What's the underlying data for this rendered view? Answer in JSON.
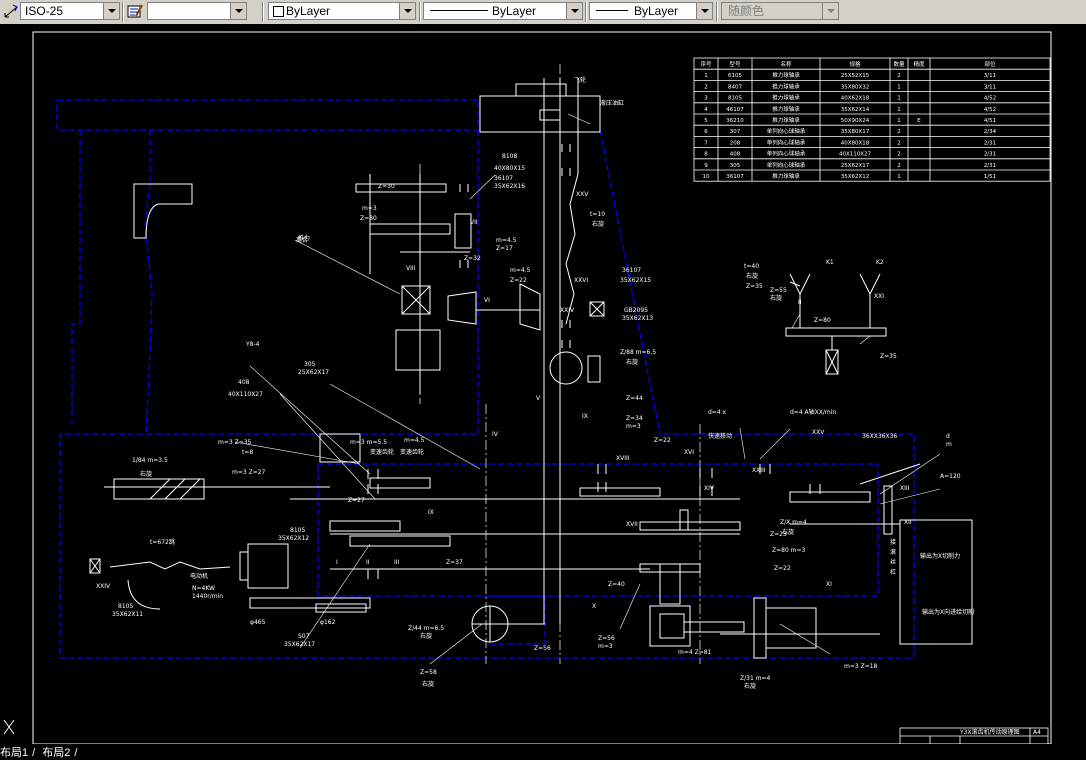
{
  "toolbar": {
    "dimstyle": "ISO-25",
    "layer_value": "",
    "color": "ByLayer",
    "linetype": "ByLayer",
    "lineweight": "ByLayer",
    "plotstyle": "随颜色"
  },
  "layout_tabs": [
    "布局1",
    "布局2"
  ],
  "parts_table": {
    "headers": [
      "序号",
      "型号",
      "名称",
      "规格",
      "数量",
      "精度",
      "部位"
    ],
    "rows": [
      [
        "1",
        "6105",
        "推力球轴承",
        "25X52X15",
        "2",
        "",
        "3/11"
      ],
      [
        "2",
        "8407",
        "推力球轴承",
        "35X80X32",
        "1",
        "",
        "3/11"
      ],
      [
        "3",
        "8105",
        "推力球轴承",
        "40X62X18",
        "1",
        "",
        "4/52"
      ],
      [
        "4",
        "46107",
        "推力球轴承",
        "35X62X14",
        "1",
        "",
        "4/52"
      ],
      [
        "5",
        "36210",
        "推力球轴承",
        "50X90X24",
        "1",
        "E",
        "4/51"
      ],
      [
        "6",
        "307",
        "单列向心球轴承",
        "35X80X17",
        "2",
        "",
        "2/34"
      ],
      [
        "7",
        "208",
        "单列向心球轴承",
        "40X80X18",
        "2",
        "",
        "2/31"
      ],
      [
        "8",
        "408",
        "单列向心球轴承",
        "40X110X27",
        "2",
        "",
        "2/31"
      ],
      [
        "9",
        "305",
        "单列向心球轴承",
        "25X62X17",
        "2",
        "",
        "2/31"
      ],
      [
        "10",
        "36107",
        "推力球轴承",
        "35X62X12",
        "1",
        "",
        "1/51"
      ]
    ]
  },
  "drawing_labels": [
    {
      "id": "l01",
      "text": "飞轮"
    },
    {
      "id": "l02",
      "text": "液压油缸"
    },
    {
      "id": "l03",
      "text": "8108"
    },
    {
      "id": "l04",
      "text": "40X80X15"
    },
    {
      "id": "l05",
      "text": "Z=30"
    },
    {
      "id": "l06",
      "text": "m=3"
    },
    {
      "id": "l07",
      "text": "Z=80"
    },
    {
      "id": "l08",
      "text": "36107"
    },
    {
      "id": "l09",
      "text": "35X62X16"
    },
    {
      "id": "l10",
      "text": "VII"
    },
    {
      "id": "l11",
      "text": "VIII"
    },
    {
      "id": "l12",
      "text": "Z=32"
    },
    {
      "id": "l13",
      "text": "XXV"
    },
    {
      "id": "l14",
      "text": "t=10"
    },
    {
      "id": "l15",
      "text": "右旋"
    },
    {
      "id": "l16",
      "text": "m=4.5"
    },
    {
      "id": "l17",
      "text": "Z=17"
    },
    {
      "id": "l18",
      "text": "m=4.5"
    },
    {
      "id": "l19",
      "text": "Z=22"
    },
    {
      "id": "l20",
      "text": "离合"
    },
    {
      "id": "l21",
      "text": "VI"
    },
    {
      "id": "l22",
      "text": "XXVI"
    },
    {
      "id": "l23",
      "text": "36107"
    },
    {
      "id": "l24",
      "text": "35X62X15"
    },
    {
      "id": "l25",
      "text": "XXIV"
    },
    {
      "id": "l26",
      "text": "GB2095"
    },
    {
      "id": "l27",
      "text": "35X62X13"
    },
    {
      "id": "l28",
      "text": "V"
    },
    {
      "id": "l29",
      "text": "Z/88 m=6.5"
    },
    {
      "id": "l30",
      "text": "右旋"
    },
    {
      "id": "l31",
      "text": "IX"
    },
    {
      "id": "l32",
      "text": "Z=44"
    },
    {
      "id": "l33",
      "text": "Z=34"
    },
    {
      "id": "l34",
      "text": "m=3"
    },
    {
      "id": "l35",
      "text": "Z=22"
    },
    {
      "id": "l36",
      "text": "m=4.5"
    },
    {
      "id": "l37",
      "text": "变速齿轮"
    },
    {
      "id": "l38",
      "text": "XVIII"
    },
    {
      "id": "l39",
      "text": "XVI"
    },
    {
      "id": "l40",
      "text": "XIV"
    },
    {
      "id": "l41",
      "text": "XVII"
    },
    {
      "id": "l42",
      "text": "Z=23"
    },
    {
      "id": "l43",
      "text": "Z=80 m=3"
    },
    {
      "id": "l44",
      "text": "Z=22"
    },
    {
      "id": "l45",
      "text": "Z=40"
    },
    {
      "id": "l46",
      "text": "X"
    },
    {
      "id": "l47",
      "text": "XI"
    },
    {
      "id": "l48",
      "text": "m=4 Z=81"
    },
    {
      "id": "l49",
      "text": "Z/31 m=4"
    },
    {
      "id": "l50",
      "text": "右旋"
    },
    {
      "id": "l51",
      "text": "m=3 Z=18"
    },
    {
      "id": "l52",
      "text": "Z=56"
    },
    {
      "id": "l53",
      "text": "m=3"
    },
    {
      "id": "l54",
      "text": "Z=56"
    },
    {
      "id": "l55",
      "text": "Z=58"
    },
    {
      "id": "l56",
      "text": "右旋"
    },
    {
      "id": "l57",
      "text": "Z/44 m=6.5"
    },
    {
      "id": "l58",
      "text": "右旋"
    },
    {
      "id": "l59",
      "text": "IV"
    },
    {
      "id": "l60",
      "text": "S07"
    },
    {
      "id": "l61",
      "text": "35X62X17"
    },
    {
      "id": "l62",
      "text": "Z=37"
    },
    {
      "id": "l63",
      "text": "III"
    },
    {
      "id": "l64",
      "text": "II"
    },
    {
      "id": "l65",
      "text": "I"
    },
    {
      "id": "l66",
      "text": "8105"
    },
    {
      "id": "l67",
      "text": "35X62X12"
    },
    {
      "id": "l68",
      "text": "电动机"
    },
    {
      "id": "l69",
      "text": "N=4KW"
    },
    {
      "id": "l70",
      "text": "1440r/min"
    },
    {
      "id": "l71",
      "text": "φ465"
    },
    {
      "id": "l72",
      "text": "φ162"
    },
    {
      "id": "l73",
      "text": "1/84 m=3.5"
    },
    {
      "id": "l74",
      "text": "右旋"
    },
    {
      "id": "l75",
      "text": "t=672跳"
    },
    {
      "id": "l76",
      "text": "XXIV"
    },
    {
      "id": "l77",
      "text": "8105"
    },
    {
      "id": "l78",
      "text": "35X62X11"
    },
    {
      "id": "l79",
      "text": "m=3 Z=35"
    },
    {
      "id": "l80",
      "text": "t=8"
    },
    {
      "id": "l81",
      "text": "m=3 Z=27"
    },
    {
      "id": "l82",
      "text": "m=3 m=5.5"
    },
    {
      "id": "l83",
      "text": "变速齿轮"
    },
    {
      "id": "l84",
      "text": "IX"
    },
    {
      "id": "l85",
      "text": "Z=27"
    },
    {
      "id": "l86",
      "text": "408"
    },
    {
      "id": "l87",
      "text": "40X110X27"
    },
    {
      "id": "l88",
      "text": "305"
    },
    {
      "id": "l89",
      "text": "25X62X17"
    },
    {
      "id": "l90",
      "text": "Y8-4"
    },
    {
      "id": "l91",
      "text": "推力"
    },
    {
      "id": "l92",
      "text": "d=4 x"
    },
    {
      "id": "l93",
      "text": "快速移动"
    },
    {
      "id": "l94",
      "text": "d=4 A轴XX/min"
    },
    {
      "id": "l95",
      "text": "XXV"
    },
    {
      "id": "l96",
      "text": "XXIII"
    },
    {
      "id": "l97",
      "text": "36XX36X36"
    },
    {
      "id": "l98",
      "text": "XIII"
    },
    {
      "id": "l99",
      "text": "XII"
    },
    {
      "id": "l100",
      "text": "A=120"
    },
    {
      "id": "l101",
      "text": "d"
    },
    {
      "id": "l102",
      "text": "m"
    },
    {
      "id": "l103",
      "text": "Z/X m=4"
    },
    {
      "id": "l104",
      "text": "右旋"
    },
    {
      "id": "l105",
      "text": "接"
    },
    {
      "id": "l106",
      "text": "滚"
    },
    {
      "id": "l107",
      "text": "丝"
    },
    {
      "id": "l108",
      "text": "杠"
    },
    {
      "id": "l109",
      "text": "输出为X切削力"
    },
    {
      "id": "l110",
      "text": "输出为X向进给切削"
    },
    {
      "id": "l111",
      "text": "t=40"
    },
    {
      "id": "l112",
      "text": "右旋"
    },
    {
      "id": "l113",
      "text": "K1"
    },
    {
      "id": "l114",
      "text": "K2"
    },
    {
      "id": "l115",
      "text": "II"
    },
    {
      "id": "l116",
      "text": "XXI"
    },
    {
      "id": "l117",
      "text": "Z=35"
    },
    {
      "id": "l118",
      "text": "Z=80"
    },
    {
      "id": "l119",
      "text": "Z=35"
    },
    {
      "id": "l120",
      "text": "Z=55"
    },
    {
      "id": "l121",
      "text": "右旋"
    }
  ],
  "title_block": {
    "title": "Y3X滚齿机传动原理图",
    "sheet": "A4"
  }
}
